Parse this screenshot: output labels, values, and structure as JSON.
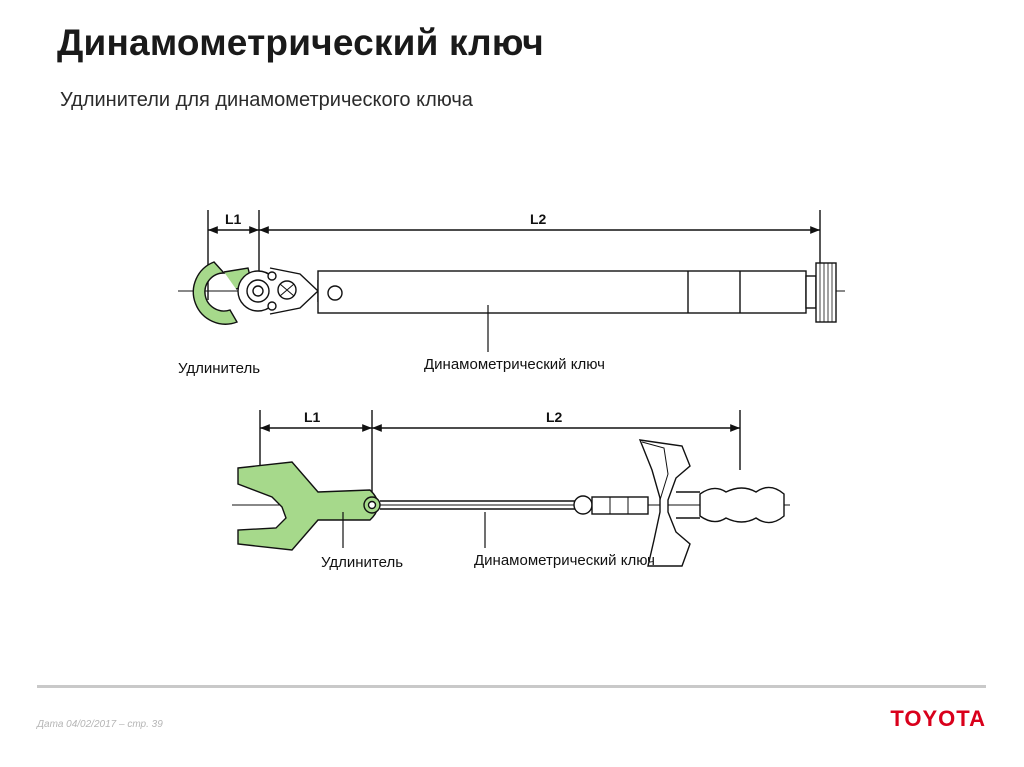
{
  "slide": {
    "title": "Динамометрический ключ",
    "subtitle": "Удлинители для динамометрического ключа"
  },
  "diagram_top": {
    "dim_l1": "L1",
    "dim_l2": "L2",
    "label_extension": "Удлинитель",
    "label_wrench": "Динамометрический ключ"
  },
  "diagram_bottom": {
    "dim_l1": "L1",
    "dim_l2": "L2",
    "label_extension": "Удлинитель",
    "label_wrench": "Динамометрический ключ"
  },
  "colors": {
    "extension_fill": "#a6d98b",
    "line": "#111111",
    "brand": "#d9001b"
  },
  "footer": {
    "date_page": "Дата 04/02/2017 – стр. 39",
    "brand": "TOYOTA"
  }
}
